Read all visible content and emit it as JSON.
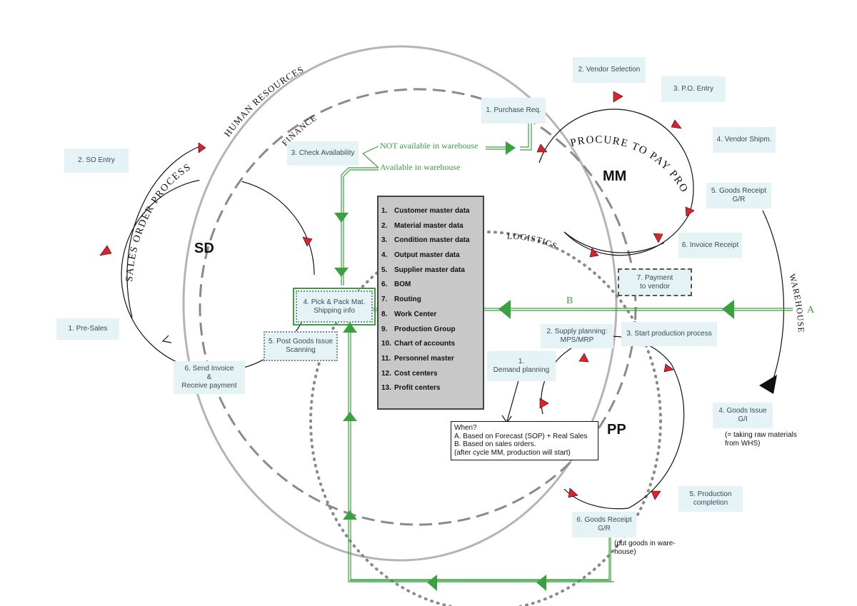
{
  "modules": {
    "sd": "SD",
    "mm": "MM",
    "pp": "PP"
  },
  "arc_labels": {
    "human_resources": "HUMAN RESOURCES",
    "finance": "FINANCE",
    "sales_order_process": "SALES ORDER PROCESS",
    "procure_to_pay": "PROCURE TO PAY PROCESS",
    "logistics": "LOGISTICS",
    "warehouse": "WAREHOUSE"
  },
  "sd_steps": {
    "pre_sales": "1. Pre-Sales",
    "so_entry": "2. SO Entry",
    "check_availability": "3. Check Availability",
    "pick_pack": "4. Pick & Pack Mat.\nShipping info",
    "post_goods_issue": "5. Post Goods Issue\nScanning",
    "send_invoice": "6. Send Invoice\n&\nReceive payment"
  },
  "availability": {
    "not_available": "NOT available in warehouse",
    "available": "Available in warehouse"
  },
  "mm_steps": {
    "purchase_req": "1. Purchase Req.",
    "vendor_selection": "2. Vendor Selection",
    "po_entry": "3. P.O. Entry",
    "vendor_shipm": "4. Vendor Shipm.",
    "goods_receipt": "5. Goods Receipt\nG/R",
    "invoice_receipt": "6. Invoice Receipt",
    "payment": "7. Payment\nto vendor"
  },
  "pp_steps": {
    "demand_planning": "1.\nDemand planning",
    "supply_planning": "2. Supply planning:\nMPS/MRP",
    "start_production": "3. Start production process",
    "goods_issue": "4. Goods Issue\nG/I",
    "goods_issue_note": "(= taking raw materials\nfrom WHS)",
    "production_completion": "5. Production\ncompletion",
    "goods_receipt": "6. Goods Receipt\nG/R",
    "goods_receipt_note": "(put goods in ware-\nhouse)"
  },
  "flow_labels": {
    "a": "A",
    "b": "B"
  },
  "when_box": {
    "title": "When?",
    "line_a": "A. Based on Forecast (SOP) + Real Sales",
    "line_b": "B. Based on sales orders.",
    "line_c": "(after cycle MM, production will start)"
  },
  "master_data": [
    {
      "n": "1.",
      "label": "Customer master data"
    },
    {
      "n": "2.",
      "label": "Material master data"
    },
    {
      "n": "3.",
      "label": "Condition master data"
    },
    {
      "n": "4.",
      "label": "Output master data"
    },
    {
      "n": "5.",
      "label": "Supplier master data"
    },
    {
      "n": "6.",
      "label": "BOM"
    },
    {
      "n": "7.",
      "label": "Routing"
    },
    {
      "n": "8.",
      "label": "Work Center"
    },
    {
      "n": "9.",
      "label": "Production Group"
    },
    {
      "n": "10.",
      "label": "Chart of accounts"
    },
    {
      "n": "11.",
      "label": "Personnel master"
    },
    {
      "n": "12.",
      "label": "Cost centers"
    },
    {
      "n": "13.",
      "label": "Profit centers"
    }
  ],
  "colors": {
    "green": "#3aa040",
    "red_arrow": "#e0202a",
    "box_bg": "#e6f3f6",
    "master_bg": "#c8c8c8"
  }
}
